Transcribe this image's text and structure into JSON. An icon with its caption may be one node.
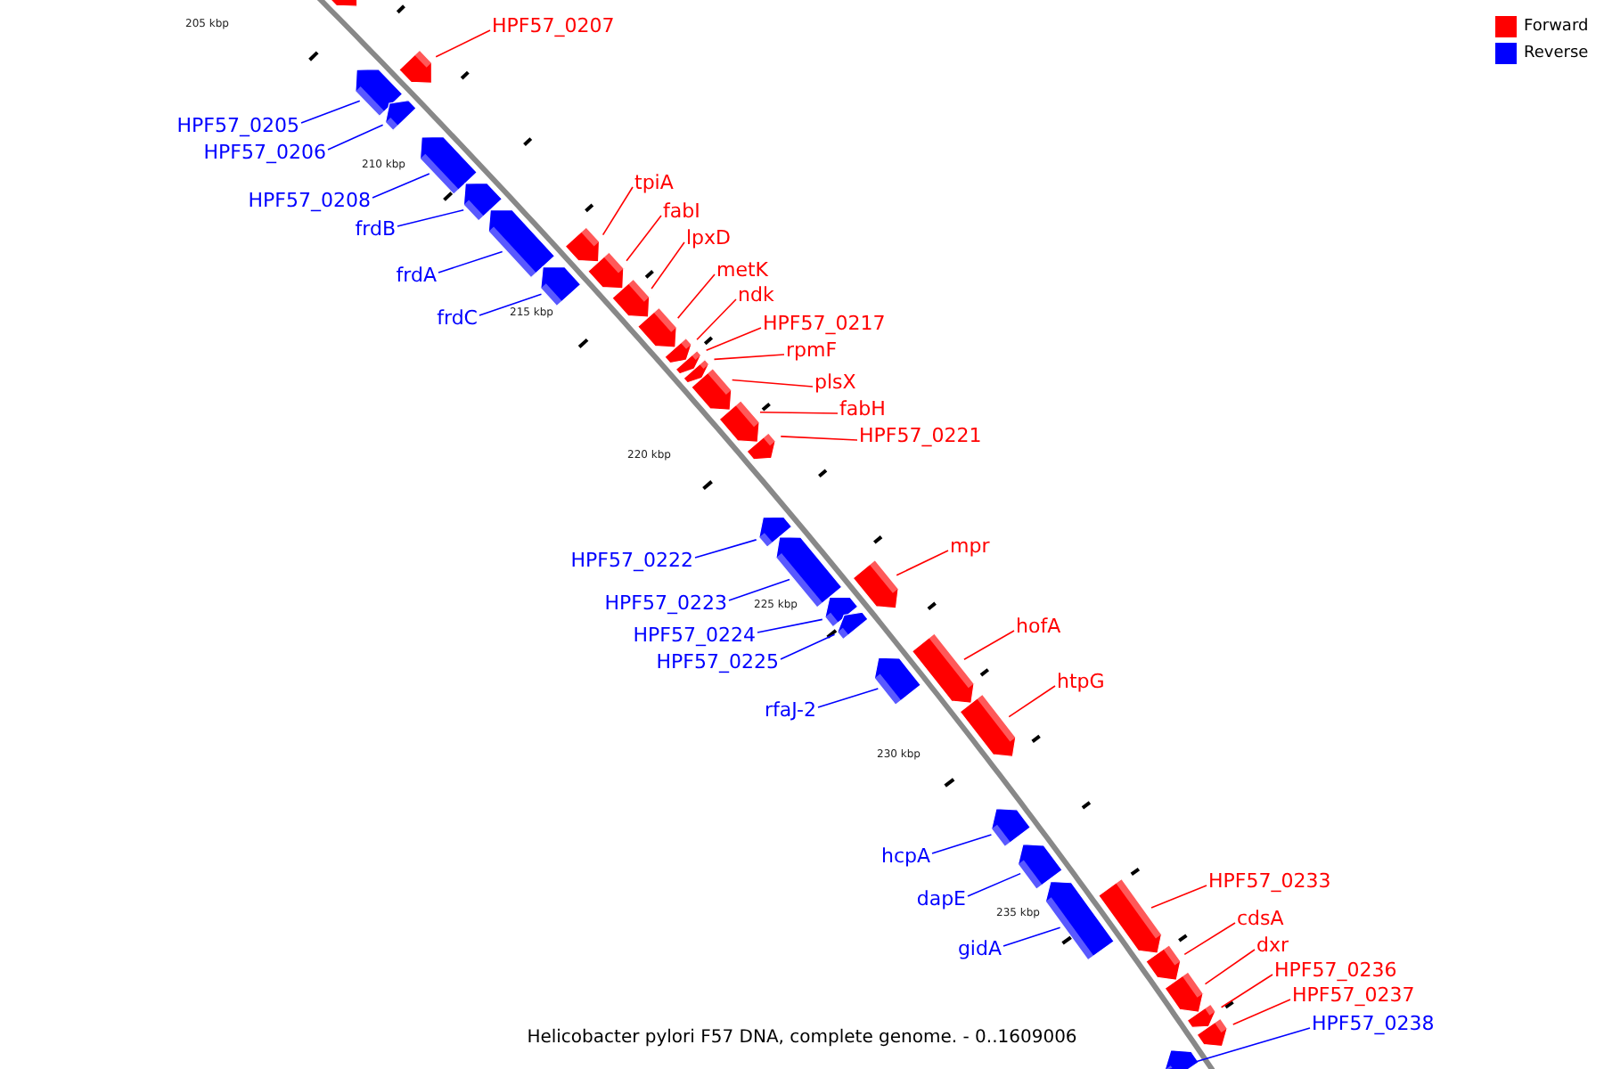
{
  "diagram": {
    "caption": "Helicobacter pylori F57 DNA, complete genome. - 0..1609006",
    "nodes": [
      {
        "text": [],
        "shape": "bar"
      },
      {
        "text": [
          "HPF57_0205"
        ]
      },
      {
        "text": [],
        "shape": "bar"
      },
      {
        "text": [
          "HPF57_0206"
        ]
      },
      {
        "text": [],
        "shape": "bar"
      },
      {
        "text": [
          "HPF57_0207"
        ]
      },
      {
        "text": [],
        "shape": "bar"
      },
      {
        "text": [
          "HPF57_0208"
        ]
      },
      {
        "text": [],
        "shape": "bar"
      },
      {
        "text": [
          "frdB"
        ]
      },
      {
        "text": [],
        "shape": "bar"
      },
      {
        "text": [
          "frdA"
        ]
      },
      {
        "text": [],
        "shape": "bar"
      },
      {
        "text": [
          "frdC"
        ]
      },
      {
        "text": [],
        "shape": "bar"
      },
      {
        "text": [
          "tpiA"
        ]
      },
      {
        "text": [],
        "shape": "bar"
      },
      {
        "text": [
          "fabI"
        ]
      },
      {
        "text": [],
        "shape": "bar"
      },
      {
        "text": [
          "lpxD"
        ]
      },
      {
        "text": [],
        "shape": "bar"
      },
      {
        "text": [
          "metK"
        ]
      },
      {
        "text": [],
        "shape": "bar"
      },
      {
        "text": [
          "ndk"
        ]
      },
      {
        "text": [],
        "shape": "bar"
      },
      {
        "text": [
          "HPF57_0217"
        ]
      },
      {
        "text": [],
        "shape": "bar"
      },
      {
        "text": [
          "rpmF"
        ]
      },
      {
        "text": [],
        "shape": "bar"
      },
      {
        "text": [
          "plsX"
        ]
      },
      {
        "text": [],
        "shape": "bar"
      },
      {
        "text": [
          "fabH"
        ]
      },
      {
        "text": [],
        "shape": "bar"
      },
      {
        "text": [
          "HPF57_0221"
        ]
      },
      {
        "text": [],
        "shape": "bar"
      },
      {
        "text": [
          "HPF57_0222"
        ]
      },
      {
        "text": [],
        "shape": "bar"
      },
      {
        "text": [
          "HPF57_0223"
        ]
      },
      {
        "text": [],
        "shape": "bar"
      },
      {
        "text": [
          "mpr"
        ]
      },
      {
        "text": [],
        "shape": "bar"
      },
      {
        "text": [
          "HPF57_0224"
        ]
      },
      {
        "text": [],
        "shape": "bar"
      },
      {
        "text": [
          "HPF57_0225"
        ]
      },
      {
        "text": [],
        "shape": "bar"
      },
      {
        "text": [
          "rfaJ-2"
        ]
      },
      {
        "text": [],
        "shape": "bar"
      },
      {
        "text": [
          "hofA"
        ]
      },
      {
        "text": [],
        "shape": "bar"
      },
      {
        "text": [
          "htpG"
        ]
      },
      {
        "text": [],
        "shape": "bar"
      },
      {
        "text": [
          "hcpA"
        ]
      },
      {
        "text": [],
        "shape": "bar"
      },
      {
        "text": [
          "dapE"
        ]
      },
      {
        "text": [],
        "shape": "bar"
      },
      {
        "text": [
          "gidA"
        ]
      },
      {
        "text": [],
        "shape": "bar"
      },
      {
        "text": [
          "HPF57_0233"
        ]
      },
      {
        "text": [],
        "shape": "bar"
      },
      {
        "text": [
          "cdsA"
        ]
      },
      {
        "text": [],
        "shape": "bar"
      },
      {
        "text": [
          "dxr"
        ]
      },
      {
        "text": [],
        "shape": "bar"
      },
      {
        "text": [
          "HPF57_0236"
        ]
      },
      {
        "text": [],
        "shape": "bar"
      },
      {
        "text": [
          "HPF57_0237"
        ]
      },
      {
        "text": [],
        "shape": "bar"
      },
      {
        "text": [
          "HPF57_0238"
        ]
      },
      {
        "text": [],
        "shape": "bar"
      }
    ],
    "edges": [
      {
        "from": 1,
        "to": 2,
        "arrow": "none",
        "color": "#0000ff"
      },
      {
        "from": 3,
        "to": 4,
        "arrow": "none",
        "color": "#0000ff"
      },
      {
        "from": 5,
        "to": 6,
        "arrow": "none"
      },
      {
        "from": 7,
        "to": 8,
        "arrow": "none",
        "color": "#0000ff"
      },
      {
        "from": 9,
        "to": 10,
        "arrow": "none",
        "color": "#0000ff"
      },
      {
        "from": 11,
        "to": 12,
        "arrow": "none",
        "color": "#0000ff"
      },
      {
        "from": 13,
        "to": 14,
        "arrow": "none",
        "color": "#0000ff"
      },
      {
        "from": 15,
        "to": 16,
        "arrow": "none"
      },
      {
        "from": 17,
        "to": 18,
        "arrow": "none"
      },
      {
        "from": 19,
        "to": 20,
        "arrow": "none"
      },
      {
        "from": 21,
        "to": 22,
        "arrow": "none"
      },
      {
        "from": 23,
        "to": 24,
        "arrow": "none"
      },
      {
        "from": 25,
        "to": 26,
        "arrow": "none"
      },
      {
        "from": 27,
        "to": 28,
        "arrow": "none"
      },
      {
        "from": 29,
        "to": 30,
        "arrow": "none"
      },
      {
        "from": 31,
        "to": 32,
        "arrow": "none"
      },
      {
        "from": 33,
        "to": 34,
        "arrow": "none"
      },
      {
        "from": 35,
        "to": 36,
        "arrow": "none",
        "color": "#0000ff"
      },
      {
        "from": 37,
        "to": 38,
        "arrow": "none",
        "color": "#0000ff"
      },
      {
        "from": 39,
        "to": 40,
        "arrow": "none"
      },
      {
        "from": 41,
        "to": 42,
        "arrow": "none",
        "color": "#0000ff"
      },
      {
        "from": 43,
        "to": 44,
        "arrow": "none",
        "color": "#0000ff"
      },
      {
        "from": 45,
        "to": 46,
        "arrow": "none",
        "color": "#0000ff"
      },
      {
        "from": 47,
        "to": 48,
        "arrow": "none"
      },
      {
        "from": 49,
        "to": 50,
        "arrow": "none"
      },
      {
        "from": 51,
        "to": 52,
        "arrow": "none",
        "color": "#0000ff"
      },
      {
        "from": 53,
        "to": 54,
        "arrow": "none",
        "color": "#0000ff"
      },
      {
        "from": 55,
        "to": 56,
        "arrow": "none",
        "color": "#0000ff"
      },
      {
        "from": 57,
        "to": 58,
        "arrow": "none"
      },
      {
        "from": 59,
        "to": 60,
        "arrow": "none"
      },
      {
        "from": 61,
        "to": 62,
        "arrow": "none"
      },
      {
        "from": 63,
        "to": 64,
        "arrow": "none"
      },
      {
        "from": 65,
        "to": 66,
        "arrow": "none"
      },
      {
        "from": 67,
        "to": 68,
        "arrow": "none",
        "color": "#0000ff"
      }
    ],
    "labels": [
      "205 kbp",
      "210 kbp",
      "215 kbp",
      "220 kbp",
      "225 kbp",
      "230 kbp",
      "235 kbp"
    ],
    "legend": [
      {
        "text": "Forward",
        "color": "#ff0000"
      },
      {
        "text": "Reverse",
        "color": "#0000ff"
      }
    ]
  }
}
